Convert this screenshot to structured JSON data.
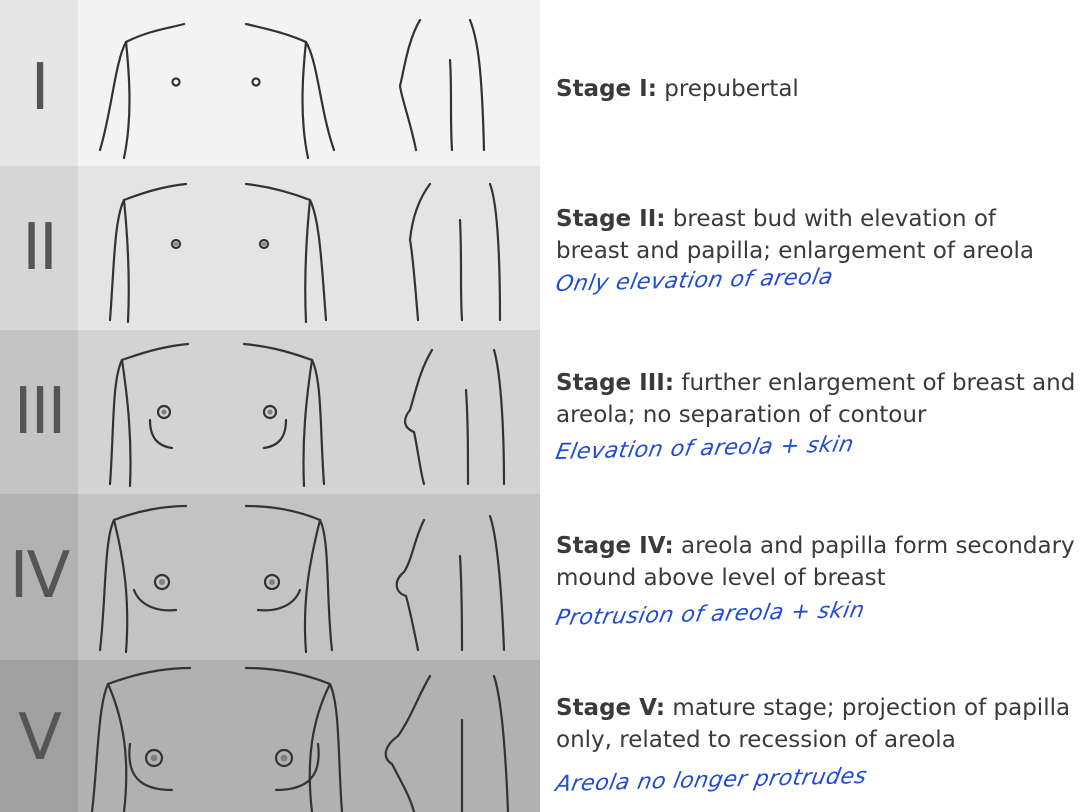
{
  "stages": [
    {
      "numeral": "I",
      "label": "Stage I:",
      "description": " prepubertal",
      "note": ""
    },
    {
      "numeral": "II",
      "label": "Stage II:",
      "description": " breast bud with elevation of breast and papilla; enlargement of areola",
      "note": "Only elevation of areola"
    },
    {
      "numeral": "III",
      "label": "Stage III:",
      "description": "  further enlargement of breast and areola; no separation of contour",
      "note": "Elevation of areola + skin"
    },
    {
      "numeral": "IV",
      "label": "Stage IV:",
      "description": " areola and papilla form secondary mound above level of breast",
      "note": "Protrusion of areola + skin"
    },
    {
      "numeral": "V",
      "label": "Stage V:",
      "description": " mature stage; projection of papilla only, related to recession of areola",
      "note": "Areola no longer protrudes"
    }
  ],
  "colors": {
    "row_backgrounds": [
      "#f3f3f3",
      "#e4e4e4",
      "#d3d3d3",
      "#c3c3c3",
      "#b1b1b1"
    ],
    "numeral_column": [
      "#e6e6e6",
      "#d6d6d6",
      "#c4c4c4",
      "#b2b2b2",
      "#a0a0a0"
    ],
    "line": "#333333",
    "handwriting": "#1f4bd6"
  }
}
